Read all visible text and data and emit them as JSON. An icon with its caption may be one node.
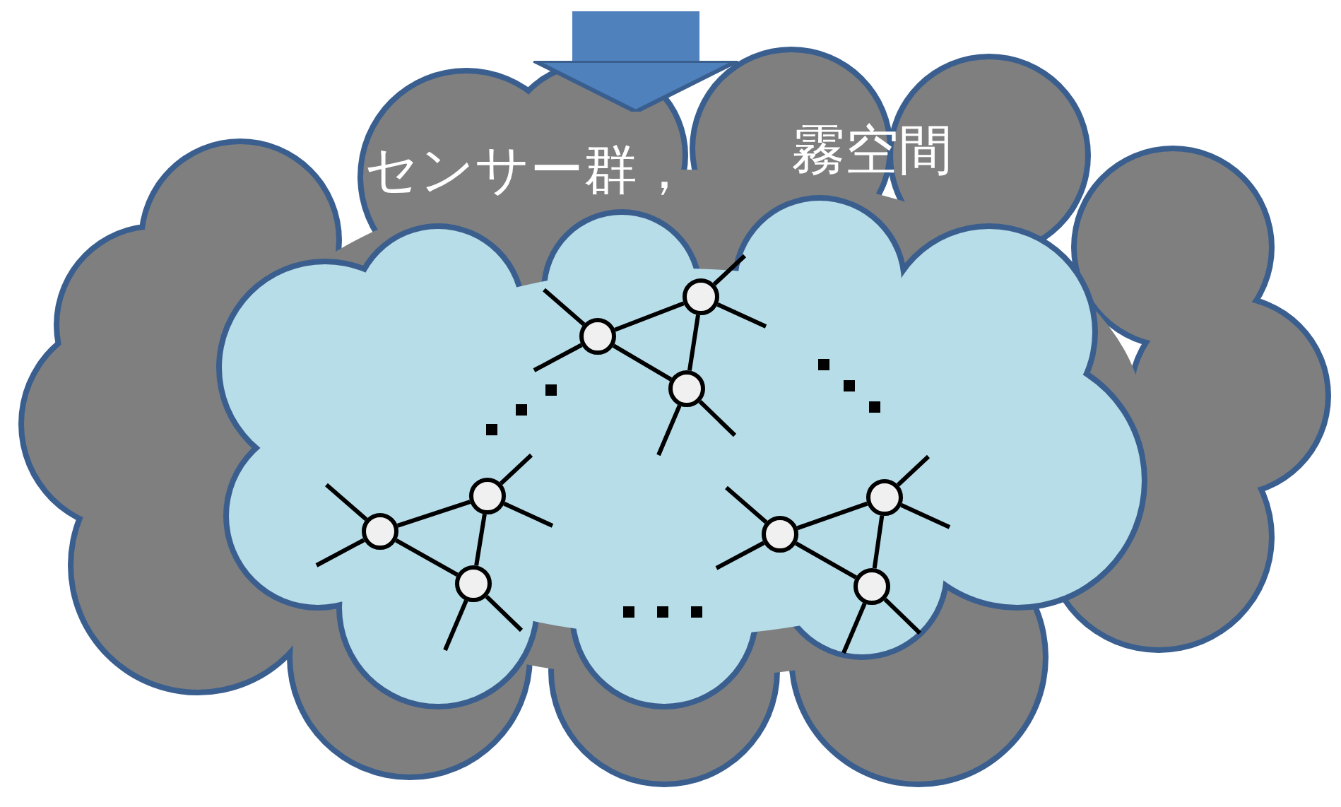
{
  "diagram": {
    "nodes": [
      {
        "text": [
          "センサー群，",
          "霧空間"
        ]
      },
      {
        "text": [],
        "shape": "cloud",
        "in": 0
      },
      {
        "text": [],
        "shape": "circle",
        "in": 1
      },
      {
        "text": [],
        "shape": "circle",
        "in": 1
      },
      {
        "text": [],
        "shape": "circle",
        "in": 1
      },
      {
        "text": [],
        "shape": "circle",
        "in": 1
      },
      {
        "text": [],
        "shape": "circle",
        "in": 1
      },
      {
        "text": [],
        "shape": "circle",
        "in": 1
      },
      {
        "text": [],
        "shape": "circle",
        "in": 1
      },
      {
        "text": [],
        "shape": "circle",
        "in": 1
      },
      {
        "text": [],
        "shape": "circle",
        "in": 1
      }
    ],
    "edges": [
      {
        "from": null,
        "to": 0,
        "arrow": "to",
        "style": "thick",
        "color": "#4f81bd"
      },
      {
        "from": 2,
        "to": 3,
        "arrow": "none"
      },
      {
        "from": 2,
        "to": 4,
        "arrow": "none"
      },
      {
        "from": 3,
        "to": 4,
        "arrow": "none"
      },
      {
        "from": 5,
        "to": 6,
        "arrow": "none"
      },
      {
        "from": 5,
        "to": 7,
        "arrow": "none"
      },
      {
        "from": 6,
        "to": 7,
        "arrow": "none"
      },
      {
        "from": 8,
        "to": 9,
        "arrow": "none"
      },
      {
        "from": 8,
        "to": 10,
        "arrow": "none"
      },
      {
        "from": 9,
        "to": 10,
        "arrow": "none"
      },
      {
        "from": 2,
        "to": null,
        "arrow": "none"
      },
      {
        "from": 2,
        "to": null,
        "arrow": "none"
      },
      {
        "from": 3,
        "to": null,
        "arrow": "none"
      },
      {
        "from": 3,
        "to": null,
        "arrow": "none"
      },
      {
        "from": 4,
        "to": null,
        "arrow": "none"
      },
      {
        "from": 4,
        "to": null,
        "arrow": "none"
      },
      {
        "from": 5,
        "to": null,
        "arrow": "none"
      },
      {
        "from": 5,
        "to": null,
        "arrow": "none"
      },
      {
        "from": 6,
        "to": null,
        "arrow": "none"
      },
      {
        "from": 6,
        "to": null,
        "arrow": "none"
      },
      {
        "from": 7,
        "to": null,
        "arrow": "none"
      },
      {
        "from": 7,
        "to": null,
        "arrow": "none"
      },
      {
        "from": 8,
        "to": null,
        "arrow": "none"
      },
      {
        "from": 8,
        "to": null,
        "arrow": "none"
      },
      {
        "from": 9,
        "to": null,
        "arrow": "none"
      },
      {
        "from": 9,
        "to": null,
        "arrow": "none"
      },
      {
        "from": 10,
        "to": null,
        "arrow": "none"
      },
      {
        "from": 10,
        "to": null,
        "arrow": "none"
      }
    ]
  }
}
